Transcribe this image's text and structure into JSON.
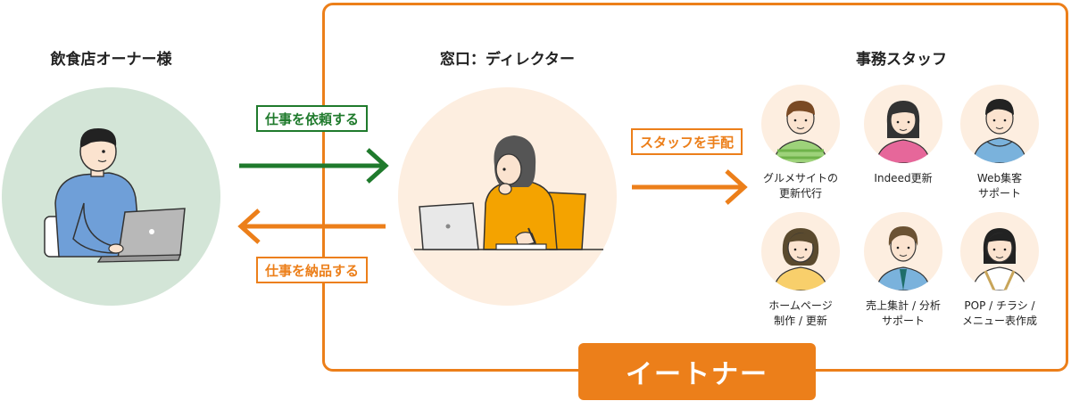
{
  "roles": {
    "owner": "飲食店オーナー様",
    "director": "窓口：ディレクター",
    "staff": "事務スタッフ"
  },
  "flows": {
    "request": "仕事を依頼する",
    "deliver": "仕事を納品する",
    "assign": "スタッフを手配"
  },
  "brand": "イートナー",
  "tasks": [
    {
      "line1": "グルメサイトの",
      "line2": "更新代行"
    },
    {
      "line1": "Indeed更新",
      "line2": ""
    },
    {
      "line1": "Web集客",
      "line2": "サポート"
    },
    {
      "line1": "ホームページ",
      "line2": "制作 / 更新"
    },
    {
      "line1": "売上集計 / 分析",
      "line2": "サポート"
    },
    {
      "line1": "POP / チラシ /",
      "line2": "メニュー表作成"
    }
  ],
  "colors": {
    "orange": "#ec7f1a",
    "green": "#1f7a2c",
    "owner_bg": "#d3e5d7",
    "person_bg": "#fdeee0"
  }
}
